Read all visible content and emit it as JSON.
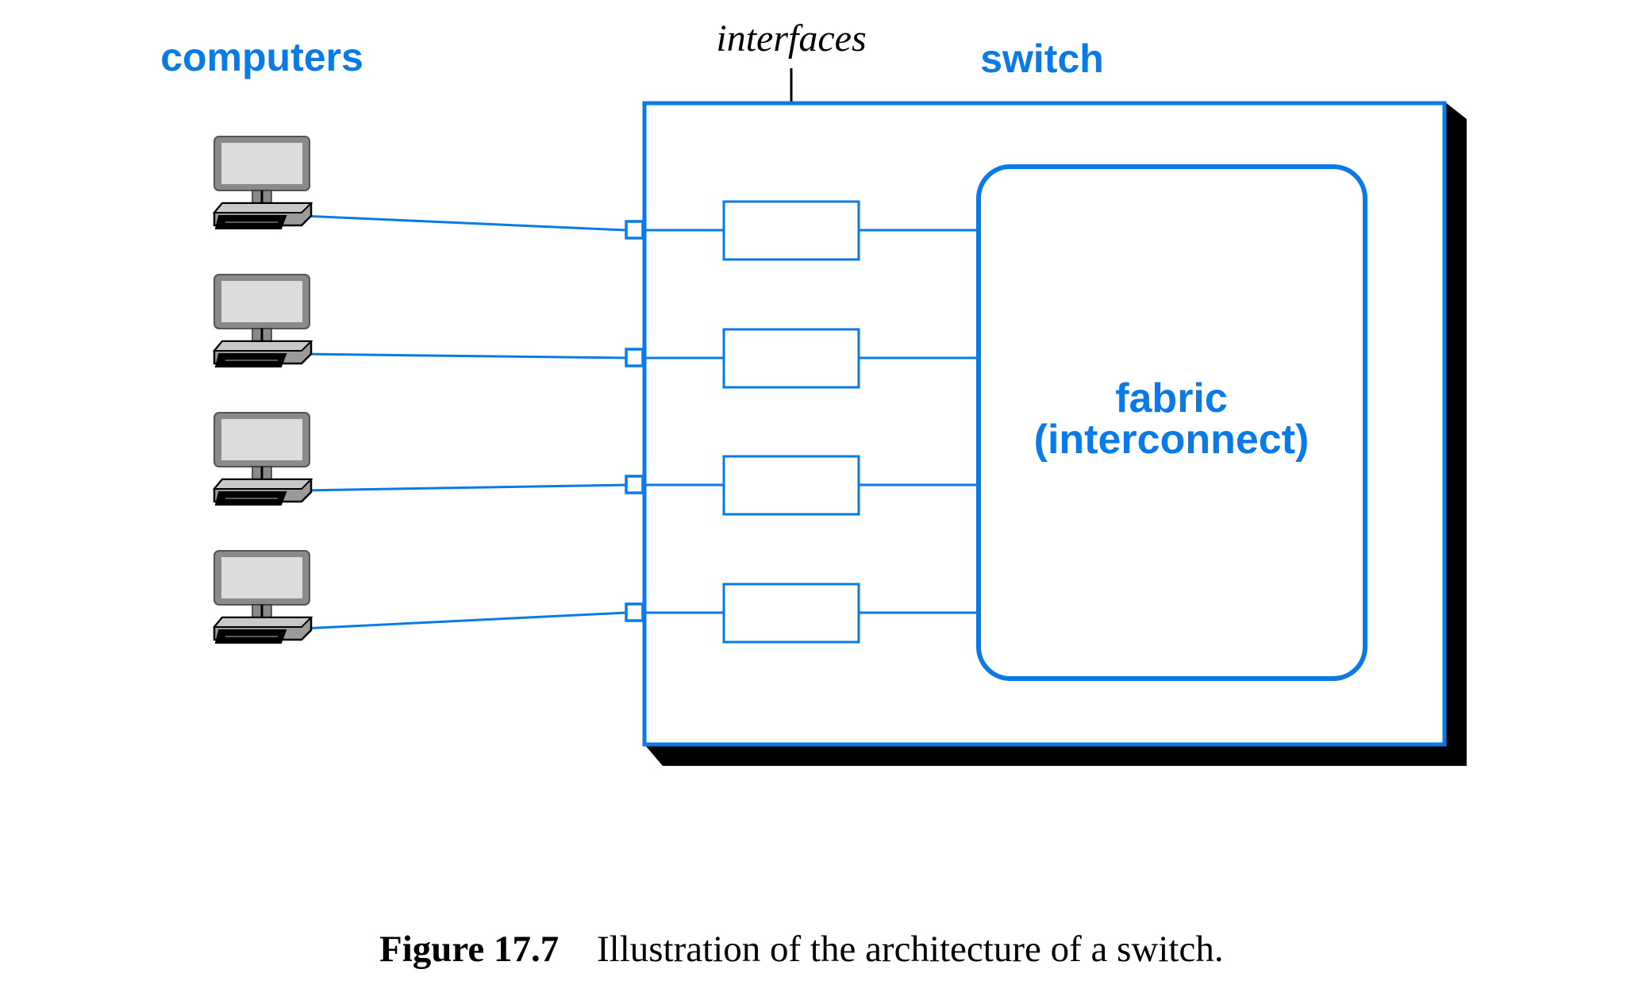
{
  "labels": {
    "computers": "computers",
    "interfaces": "interfaces",
    "switch": "switch",
    "fabric_line1": "fabric",
    "fabric_line2": "(interconnect)"
  },
  "caption": {
    "figure_number": "Figure 17.7",
    "text": "Illustration of the architecture of a switch."
  },
  "counts": {
    "computers": 4,
    "interfaces": 4
  },
  "colors": {
    "accent": "#0a7ae6",
    "shadow": "#000000",
    "text": "#000000"
  },
  "icons": {
    "computer": "desktop-computer-icon",
    "arrow": "arrow-down-icon"
  }
}
